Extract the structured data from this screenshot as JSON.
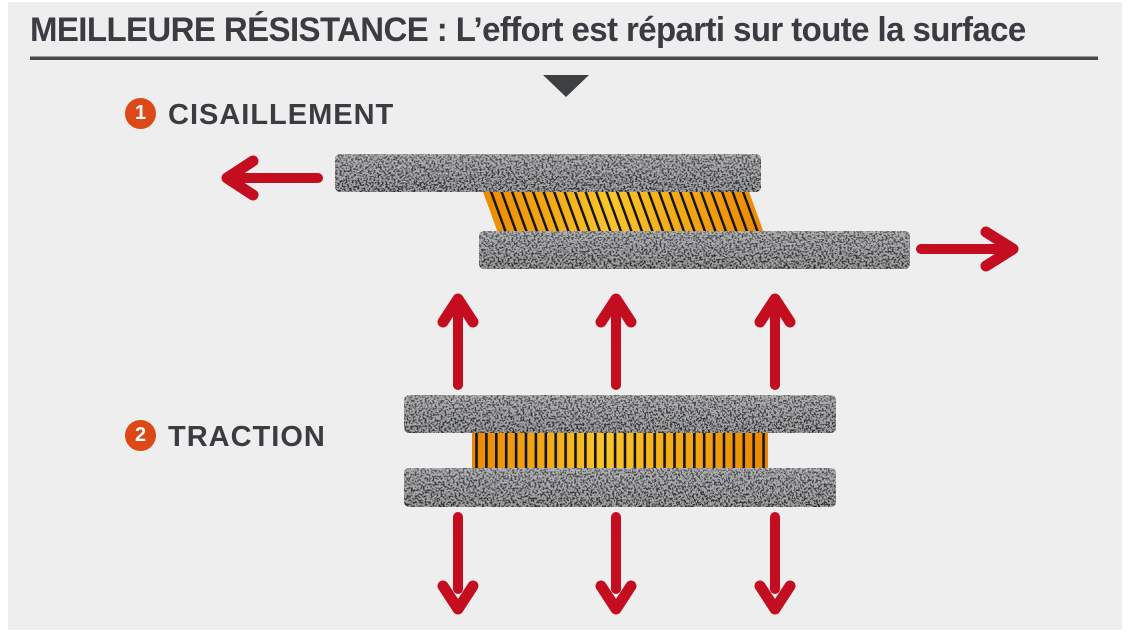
{
  "header": {
    "title": "MEILLEURE RÉSISTANCE : L’effort est réparti sur toute la surface",
    "pointer_icon": "down-triangle"
  },
  "sections": [
    {
      "number": "1",
      "label": "CISAILLEMENT",
      "arrows": [
        "left",
        "right"
      ],
      "parts": [
        "top-plate",
        "adhesive-hatched-diagonal",
        "bottom-plate"
      ]
    },
    {
      "number": "2",
      "label": "TRACTION",
      "arrows": [
        "up",
        "up",
        "up",
        "down",
        "down",
        "down"
      ],
      "parts": [
        "top-plate",
        "adhesive-hatched-vertical",
        "bottom-plate"
      ]
    }
  ],
  "colors": {
    "background": "#eeeeef",
    "frame": "#ffffff",
    "heading_text": "#3b3c41",
    "rule": "#46474b",
    "pointer": "#3e3f43",
    "badge": "#de4817",
    "arrow": "#c40d1e",
    "adhesive_center": "#f9c62a",
    "adhesive_edge": "#ec8800",
    "hatch": "#141414",
    "plate_dark": "#2c2d2f",
    "plate_light": "#5d5e61"
  }
}
